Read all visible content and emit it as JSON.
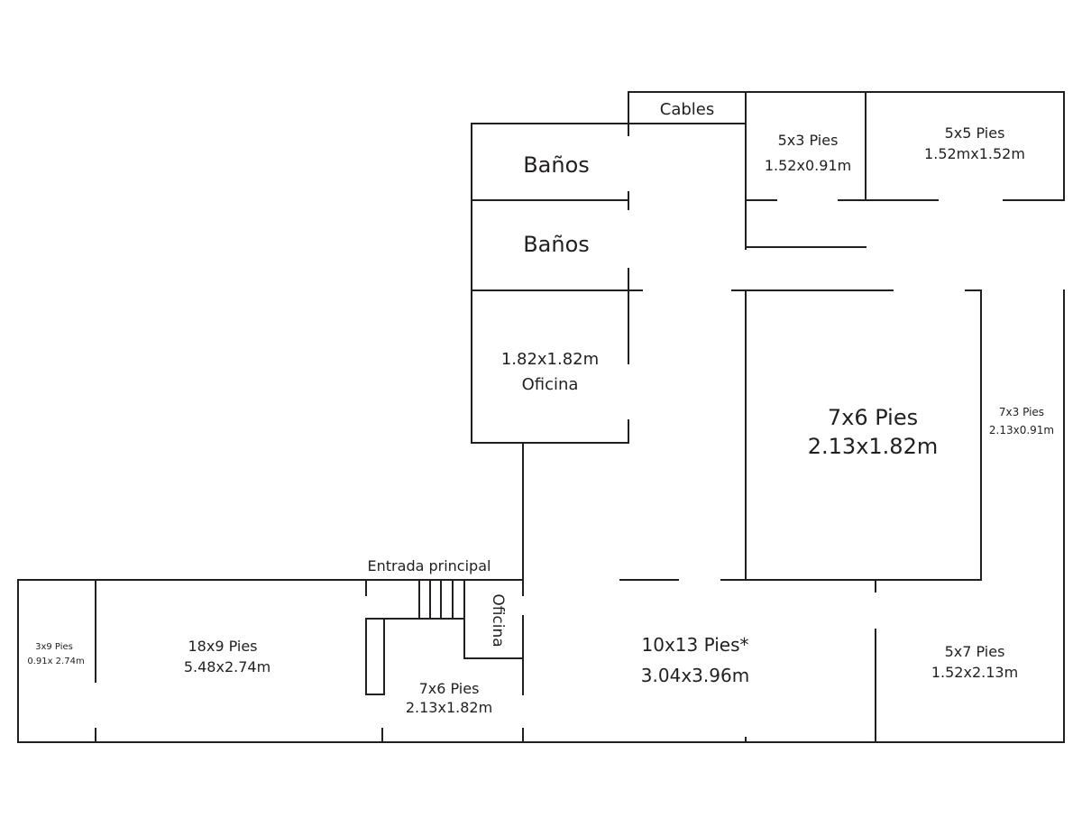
{
  "labels": {
    "cables": "Cables",
    "banos_1": "Baños",
    "banos_2": "Baños",
    "room_5x3_name": "5x3 Pies",
    "room_5x3_metric": "1.52x0.91m",
    "room_5x5_name": "5x5 Pies",
    "room_5x5_metric": "1.52mx1.52m",
    "office_upper_metric": "1.82x1.82m",
    "office_upper_name": "Oficina",
    "room_7x6_large_name": "7x6 Pies",
    "room_7x6_large_metric": "2.13x1.82m",
    "room_7x3_name": "7x3 Pies",
    "room_7x3_metric": "2.13x0.91m",
    "main_entrance": "Entrada principal",
    "office_small": "Oficina",
    "room_3x9_name": "3x9 Pies",
    "room_3x9_metric": "0.91x 2.74m",
    "room_18x9_name": "18x9 Pies",
    "room_18x9_metric": "5.48x2.74m",
    "room_7x6_small_name": "7x6 Pies",
    "room_7x6_small_metric": "2.13x1.82m",
    "room_10x13_name": "10x13 Pies*",
    "room_10x13_metric": "3.04x3.96m",
    "room_5x7_name": "5x7 Pies",
    "room_5x7_metric": "1.52x2.13m"
  }
}
